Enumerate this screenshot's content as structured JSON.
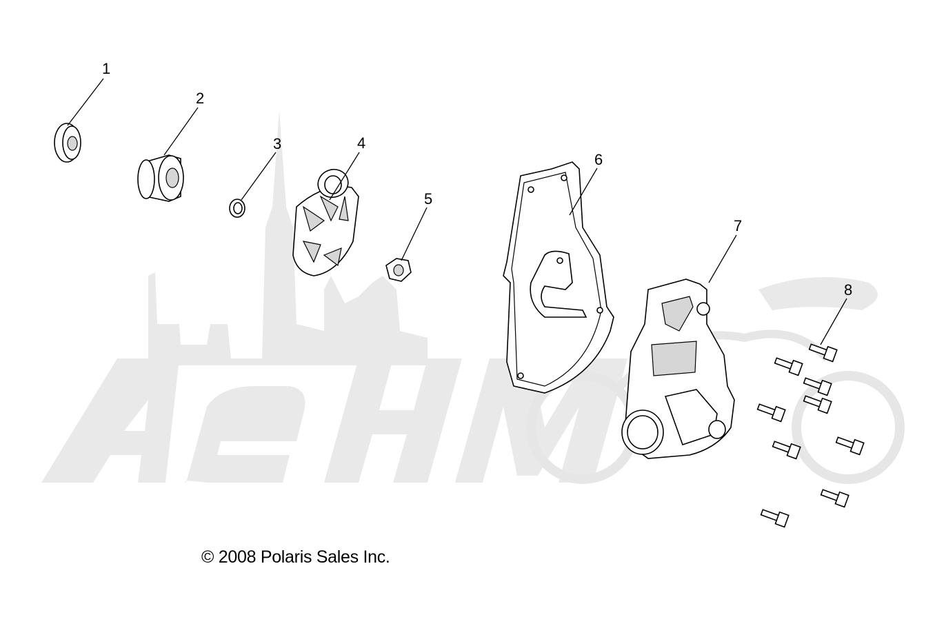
{
  "diagram": {
    "callouts": [
      {
        "label": "1"
      },
      {
        "label": "2"
      },
      {
        "label": "3"
      },
      {
        "label": "4"
      },
      {
        "label": "5"
      },
      {
        "label": "6"
      },
      {
        "label": "7"
      },
      {
        "label": "8"
      }
    ],
    "copyright": "© 2008 Polaris Sales Inc.",
    "watermark_icon": "arhmoto-watermark-icon"
  }
}
